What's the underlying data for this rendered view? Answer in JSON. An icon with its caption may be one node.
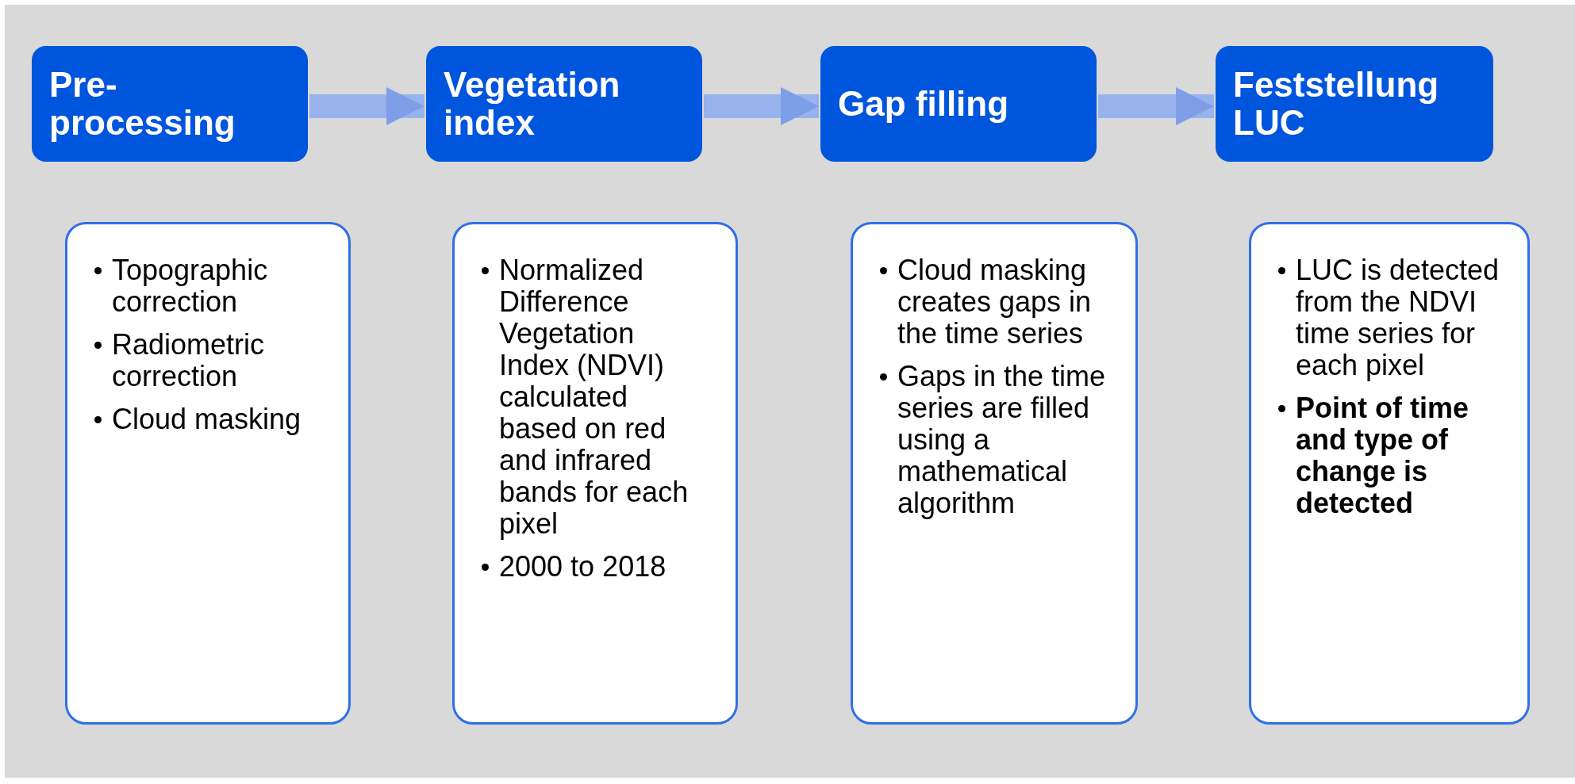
{
  "diagram": {
    "nodes": [
      {
        "text": [
          "Pre-processing"
        ]
      },
      {
        "text": [
          "Vegetation index"
        ]
      },
      {
        "text": [
          "Gap filling"
        ]
      },
      {
        "text": [
          "Feststellung LUC"
        ]
      },
      {
        "text": [
          "Topographic correction",
          "Radiometric correction",
          "Cloud masking"
        ]
      },
      {
        "text": [
          "Normalized Difference Vegetation Index (NDVI) calculated based on red and infrared bands for each pixel",
          "2000 to 2018"
        ]
      },
      {
        "text": [
          "Cloud masking creates gaps in the time series",
          "Gaps in the time series are filled using a mathematical algorithm"
        ]
      },
      {
        "text": [
          "LUC is detected from the NDVI time series for each pixel",
          "**Point of time and type of change is detected**"
        ]
      }
    ],
    "edges": [
      {
        "from": 0,
        "to": 1,
        "arrow": "to"
      },
      {
        "from": 1,
        "to": 2,
        "arrow": "to"
      },
      {
        "from": 2,
        "to": 3,
        "arrow": "to"
      }
    ]
  }
}
